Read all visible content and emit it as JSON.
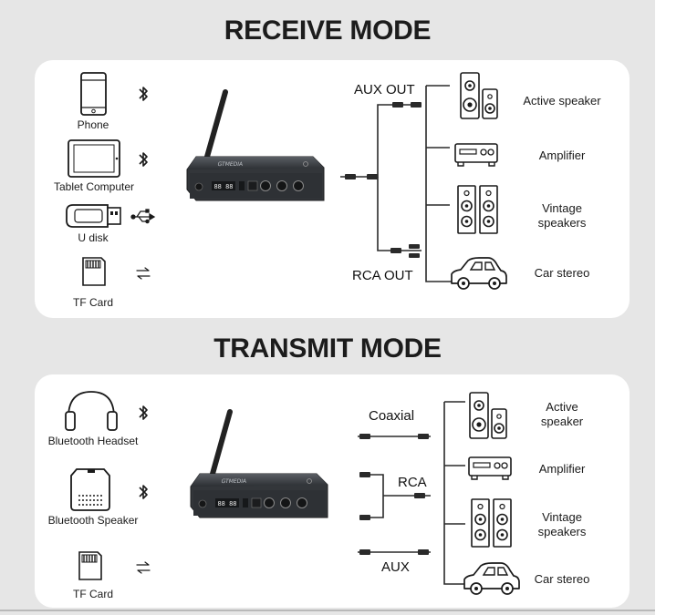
{
  "receive": {
    "title": "RECEIVE MODE",
    "sources": [
      "Phone",
      "Tablet Computer",
      "U disk",
      "TF Card"
    ],
    "connections": {
      "aux": "AUX OUT",
      "rca": "RCA  OUT"
    },
    "outputs": [
      "Active speaker",
      "Amplifier",
      "Vintage speakers",
      "Car stereo"
    ]
  },
  "transmit": {
    "title": "TRANSMIT MODE",
    "sources": [
      "Bluetooth Headset",
      "Bluetooth Speaker",
      "TF Card"
    ],
    "connections": {
      "coaxial": "Coaxial",
      "rca": "RCA",
      "aux": "AUX"
    },
    "outputs": [
      "Active speaker",
      "Amplifier",
      "Vintage speakers",
      "Car stereo"
    ]
  },
  "device": {
    "brand": "GTMEDIA",
    "display": "88:88"
  },
  "icons": {
    "source_icons": [
      "phone-icon",
      "tablet-icon",
      "usb-drive-icon",
      "sd-card-icon",
      "headphones-icon",
      "bluetooth-speaker-icon"
    ],
    "link_icons": [
      "bluetooth-icon",
      "usb-symbol-icon",
      "swap-arrows-icon"
    ],
    "output_icons": [
      "active-speaker-icon",
      "amplifier-icon",
      "vintage-speakers-icon",
      "car-icon"
    ]
  },
  "colors": {
    "background": "#e6e6e6",
    "panel": "#ffffff",
    "device": "#3a3d42",
    "line": "#2a2a2a"
  }
}
